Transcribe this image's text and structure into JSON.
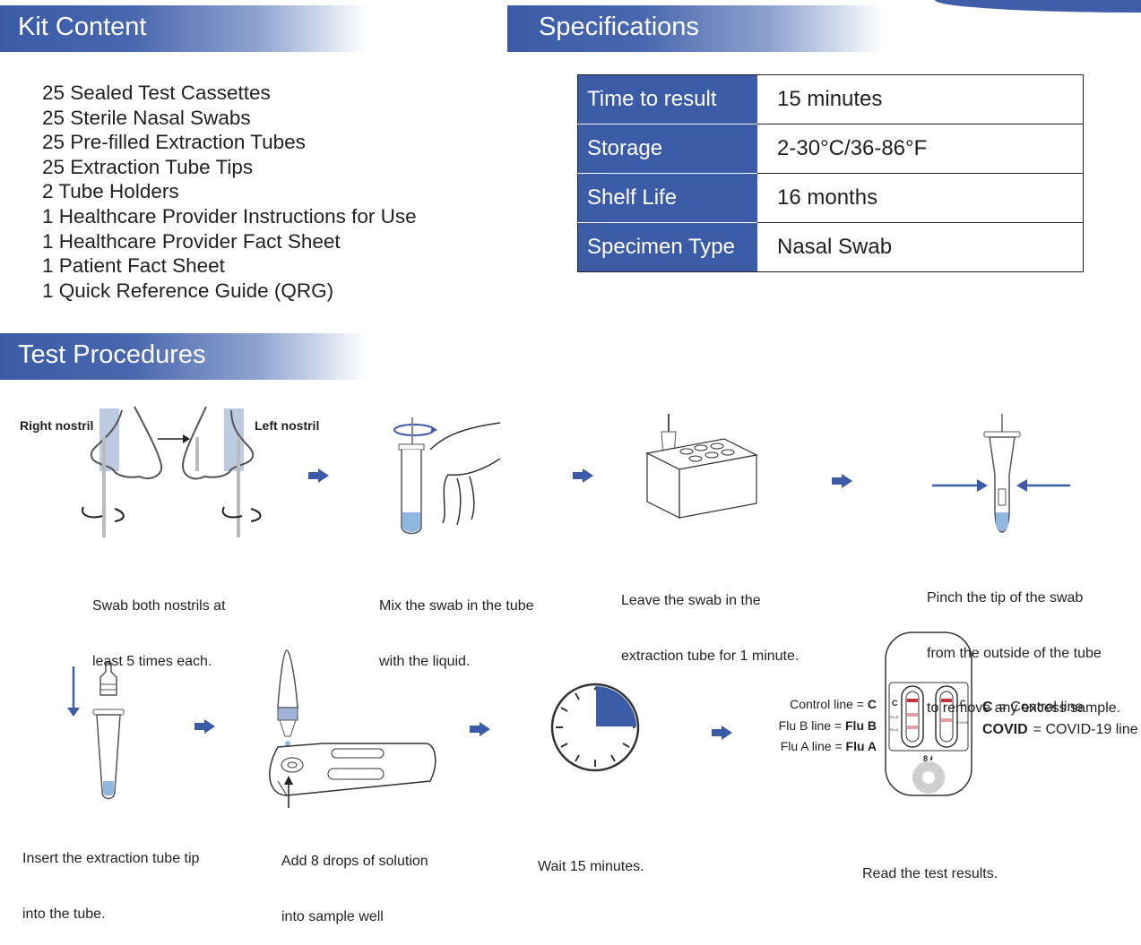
{
  "kit": {
    "title": "Kit Content",
    "items": [
      "25 Sealed Test Cassettes",
      "25 Sterile Nasal Swabs",
      "25 Pre-filled Extraction Tubes",
      "25 Extraction Tube Tips",
      "2 Tube Holders",
      "1 Healthcare Provider Instructions for Use",
      "1 Healthcare Provider Fact Sheet",
      "1 Patient Fact Sheet",
      "1 Quick Reference Guide (QRG)"
    ]
  },
  "specs": {
    "title": "Specifications",
    "rows": [
      {
        "label": "Time to result",
        "value": "15 minutes"
      },
      {
        "label": "Storage",
        "value": "2-30°C/36-86°F"
      },
      {
        "label": "Shelf Life",
        "value": "16 months"
      },
      {
        "label": "Specimen Type",
        "value": "Nasal Swab"
      }
    ]
  },
  "procedures": {
    "title": "Test Procedures",
    "nostril_labels": {
      "right": "Right nostril",
      "left": "Left nostril"
    },
    "steps": [
      {
        "line1": "Swab both nostrils at",
        "line2": "least 5 times each."
      },
      {
        "line1": "Mix the swab in the tube",
        "line2": "with the liquid."
      },
      {
        "line1": "Leave the swab in the",
        "line2": "extraction tube for 1 minute."
      },
      {
        "line1": "Pinch the tip of the swab",
        "line2": "from the outside of the tube",
        "line3": "to remove any excess sample."
      },
      {
        "line1": "Insert the extraction tube tip",
        "line2": "into the tube."
      },
      {
        "line1": "Add 8 drops of solution",
        "line2": "into sample well"
      },
      {
        "line1": "Wait 15 minutes."
      },
      {
        "line1": "Read the test results."
      }
    ],
    "result_labels": {
      "control": {
        "text": "Control line = ",
        "bold": "C"
      },
      "flu_b": {
        "text": "Flu B line = ",
        "bold": "Flu B"
      },
      "flu_a": {
        "text": "Flu A line = ",
        "bold": "Flu A"
      },
      "legend_c": {
        "bold": "C",
        "text": "= Control line"
      },
      "legend_covid": {
        "bold": "COVID",
        "text": "= COVID-19 line"
      },
      "cassette_c_left": "C",
      "cassette_c_right": "C",
      "cassette_flu_b": "Flu B",
      "cassette_flu_a": "Flu A",
      "cassette_covid": "COVID",
      "drops": "8"
    }
  },
  "colors": {
    "brand_blue": "#3b5ba6",
    "liquid_blue": "#8fb7df",
    "result_red": "#c4323a"
  }
}
